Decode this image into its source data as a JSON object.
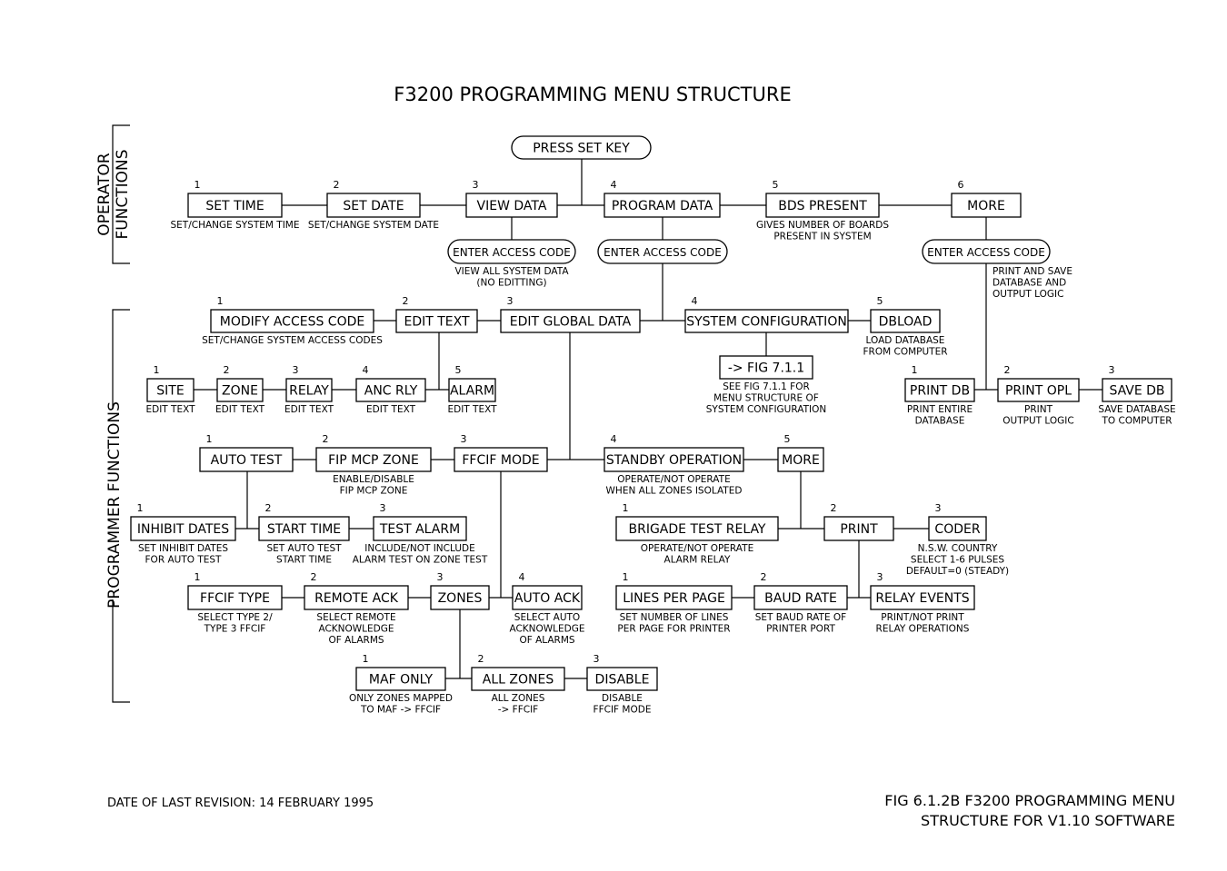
{
  "title": "F3200 PROGRAMMING MENU STRUCTURE",
  "side_labels": {
    "operator_line1": "OPERATOR",
    "operator_line2": "FUNCTIONS",
    "programmer": "PROGRAMMER FUNCTIONS"
  },
  "root": {
    "label": "PRESS SET KEY"
  },
  "nodes": {
    "set_time": {
      "num": "1",
      "label": "SET TIME",
      "desc": [
        "SET/CHANGE SYSTEM TIME"
      ]
    },
    "set_date": {
      "num": "2",
      "label": "SET DATE",
      "desc": [
        "SET/CHANGE SYSTEM DATE"
      ]
    },
    "view_data": {
      "num": "3",
      "label": "VIEW DATA",
      "desc": []
    },
    "program_data": {
      "num": "4",
      "label": "PROGRAM DATA",
      "desc": []
    },
    "bds_present": {
      "num": "5",
      "label": "BDS PRESENT",
      "desc": [
        "GIVES NUMBER OF BOARDS",
        "PRESENT IN SYSTEM"
      ]
    },
    "more_top": {
      "num": "6",
      "label": "MORE",
      "desc": []
    },
    "access_view": {
      "label": "ENTER ACCESS CODE",
      "desc": [
        "VIEW ALL SYSTEM DATA",
        "(NO EDITTING)"
      ]
    },
    "access_program": {
      "label": "ENTER ACCESS CODE",
      "desc": []
    },
    "access_more": {
      "label": "ENTER ACCESS CODE",
      "desc": [
        "PRINT AND SAVE",
        "DATABASE AND",
        "OUTPUT LOGIC"
      ]
    },
    "modify_access": {
      "num": "1",
      "label": "MODIFY ACCESS CODE",
      "desc": [
        "SET/CHANGE SYSTEM ACCESS CODES"
      ]
    },
    "edit_text": {
      "num": "2",
      "label": "EDIT TEXT",
      "desc": []
    },
    "edit_global": {
      "num": "3",
      "label": "EDIT GLOBAL DATA",
      "desc": []
    },
    "system_config": {
      "num": "4",
      "label": "SYSTEM CONFIGURATION",
      "desc": []
    },
    "dbload": {
      "num": "5",
      "label": "DBLOAD",
      "desc": [
        "LOAD DATABASE",
        "FROM COMPUTER"
      ]
    },
    "fig_711": {
      "label": "-> FIG 7.1.1",
      "desc": [
        "SEE FIG 7.1.1 FOR",
        "MENU STRUCTURE OF",
        "SYSTEM CONFIGURATION"
      ]
    },
    "site": {
      "num": "1",
      "label": "SITE",
      "desc": [
        "EDIT TEXT"
      ]
    },
    "zone": {
      "num": "2",
      "label": "ZONE",
      "desc": [
        "EDIT TEXT"
      ]
    },
    "relay": {
      "num": "3",
      "label": "RELAY",
      "desc": [
        "EDIT TEXT"
      ]
    },
    "anc_rly": {
      "num": "4",
      "label": "ANC RLY",
      "desc": [
        "EDIT TEXT"
      ]
    },
    "alarm": {
      "num": "5",
      "label": "ALARM",
      "desc": [
        "EDIT TEXT"
      ]
    },
    "print_db": {
      "num": "1",
      "label": "PRINT DB",
      "desc": [
        "PRINT ENTIRE",
        "DATABASE"
      ]
    },
    "print_opl": {
      "num": "2",
      "label": "PRINT OPL",
      "desc": [
        "PRINT",
        "OUTPUT LOGIC"
      ]
    },
    "save_db": {
      "num": "3",
      "label": "SAVE DB",
      "desc": [
        "SAVE DATABASE",
        "TO COMPUTER"
      ]
    },
    "auto_test": {
      "num": "1",
      "label": "AUTO TEST",
      "desc": []
    },
    "fip_mcp_zone": {
      "num": "2",
      "label": "FIP MCP ZONE",
      "desc": [
        "ENABLE/DISABLE",
        "FIP MCP ZONE"
      ]
    },
    "ffcif_mode": {
      "num": "3",
      "label": "FFCIF MODE",
      "desc": []
    },
    "standby_op": {
      "num": "4",
      "label": "STANDBY OPERATION",
      "desc": [
        "OPERATE/NOT OPERATE",
        "WHEN ALL ZONES ISOLATED"
      ]
    },
    "more_mid": {
      "num": "5",
      "label": "MORE",
      "desc": []
    },
    "inhibit_dates": {
      "num": "1",
      "label": "INHIBIT DATES",
      "desc": [
        "SET INHIBIT DATES",
        "FOR AUTO TEST"
      ]
    },
    "start_time": {
      "num": "2",
      "label": "START TIME",
      "desc": [
        "SET AUTO TEST",
        "START TIME"
      ]
    },
    "test_alarm": {
      "num": "3",
      "label": "TEST ALARM",
      "desc": [
        "INCLUDE/NOT INCLUDE",
        "ALARM TEST ON ZONE TEST"
      ]
    },
    "brigade_test": {
      "num": "1",
      "label": "BRIGADE TEST RELAY",
      "desc": [
        "OPERATE/NOT OPERATE",
        "ALARM RELAY"
      ]
    },
    "print": {
      "num": "2",
      "label": "PRINT",
      "desc": []
    },
    "coder": {
      "num": "3",
      "label": "CODER",
      "desc": [
        "N.S.W. COUNTRY",
        "SELECT 1-6 PULSES",
        "DEFAULT=0 (STEADY)"
      ]
    },
    "ffcif_type": {
      "num": "1",
      "label": "FFCIF TYPE",
      "desc": [
        "SELECT TYPE 2/",
        "TYPE 3 FFCIF"
      ]
    },
    "remote_ack": {
      "num": "2",
      "label": "REMOTE ACK",
      "desc": [
        "SELECT REMOTE",
        "ACKNOWLEDGE",
        "OF ALARMS"
      ]
    },
    "zones": {
      "num": "3",
      "label": "ZONES",
      "desc": []
    },
    "auto_ack": {
      "num": "4",
      "label": "AUTO ACK",
      "desc": [
        "SELECT AUTO",
        "ACKNOWLEDGE",
        "OF ALARMS"
      ]
    },
    "lines_per_page": {
      "num": "1",
      "label": "LINES PER PAGE",
      "desc": [
        "SET NUMBER OF LINES",
        "PER PAGE FOR PRINTER"
      ]
    },
    "baud_rate": {
      "num": "2",
      "label": "BAUD RATE",
      "desc": [
        "SET BAUD RATE OF",
        "PRINTER PORT"
      ]
    },
    "relay_events": {
      "num": "3",
      "label": "RELAY EVENTS",
      "desc": [
        "PRINT/NOT PRINT",
        "RELAY OPERATIONS"
      ]
    },
    "maf_only": {
      "num": "1",
      "label": "MAF ONLY",
      "desc": [
        "ONLY ZONES MAPPED",
        "TO MAF -> FFCIF"
      ]
    },
    "all_zones": {
      "num": "2",
      "label": "ALL ZONES",
      "desc": [
        "ALL ZONES",
        "-> FFCIF"
      ]
    },
    "disable": {
      "num": "3",
      "label": "DISABLE",
      "desc": [
        "DISABLE",
        "FFCIF MODE"
      ]
    }
  },
  "footer": {
    "revision": "DATE OF LAST REVISION: 14 FEBRUARY 1995",
    "fig_line1": "FIG 6.1.2B F3200 PROGRAMMING MENU",
    "fig_line2": "STRUCTURE FOR V1.10 SOFTWARE"
  }
}
